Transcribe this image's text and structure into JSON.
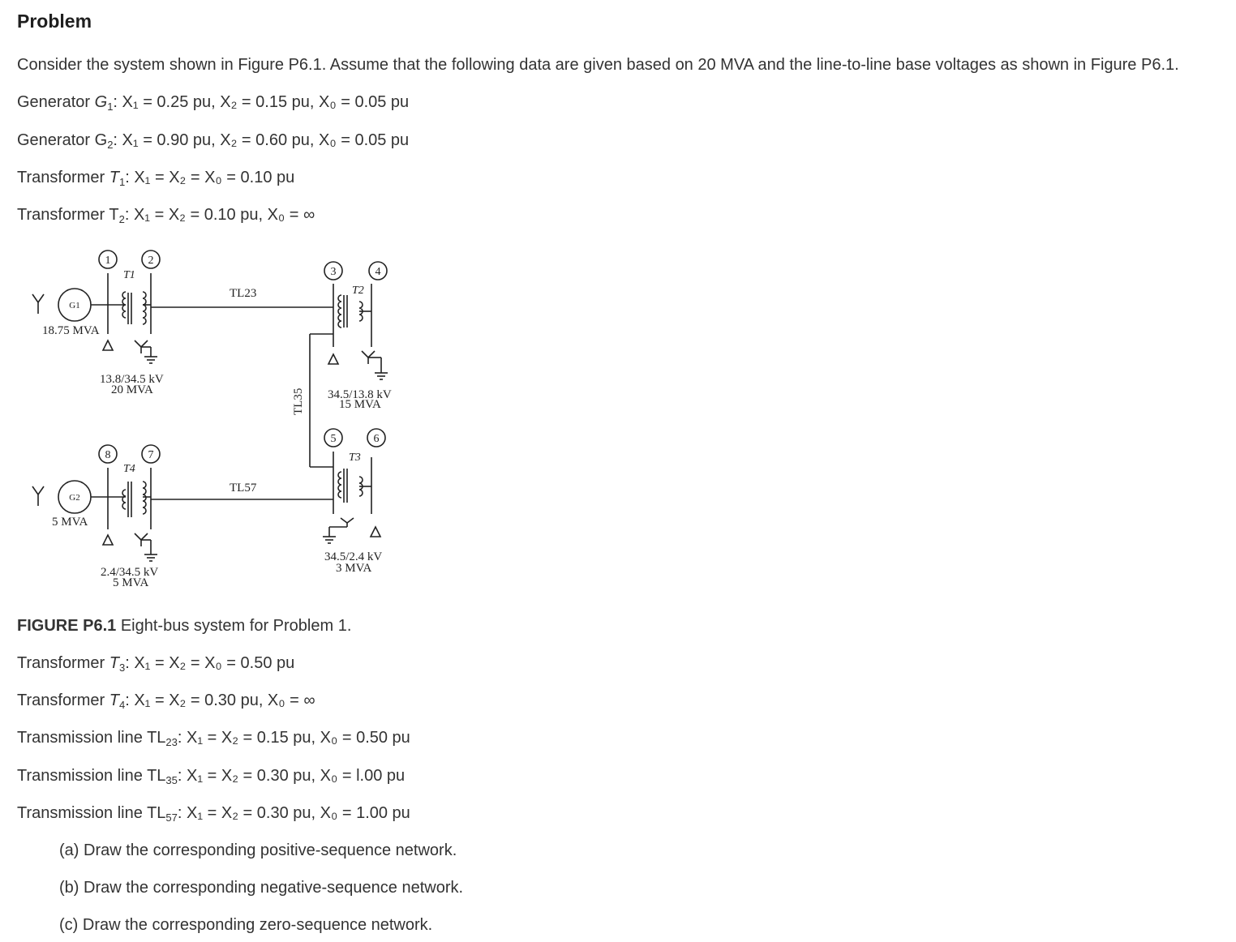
{
  "heading": "Problem",
  "intro": "Consider the system shown in Figure P6.1. Assume that the following data are given based on 20 MVA and the line-to-line base voltages as shown in Figure P6.1.",
  "components": {
    "g1": {
      "label": "Generator",
      "name": "G",
      "sub": "1",
      "values": "X₁ = 0.25 pu, X₂ = 0.15 pu, X₀ = 0.05 pu"
    },
    "g2": {
      "label": "Generator",
      "name": "G",
      "sub": "2",
      "values": "X₁ = 0.90 pu, X₂ = 0.60 pu, X₀ = 0.05 pu"
    },
    "t1": {
      "label": "Transformer",
      "name": "T",
      "sub": "1",
      "values": "X₁ = X₂ = X₀ = 0.10 pu"
    },
    "t2": {
      "label": "Transformer",
      "name": "T",
      "sub": "2",
      "values": "X₁ = X₂ = 0.10 pu, X₀ = ∞"
    },
    "t3": {
      "label": "Transformer",
      "name": "T",
      "sub": "3",
      "values": "X₁ = X₂ = X₀ = 0.50 pu"
    },
    "t4": {
      "label": "Transformer",
      "name": "T",
      "sub": "4",
      "values": "X₁ = X₂ = 0.30 pu, X₀ = ∞"
    },
    "tl23": {
      "label": "Transmission line",
      "name": "TL",
      "sub": "23",
      "values": "X₁ = X₂ = 0.15 pu, X₀ = 0.50 pu"
    },
    "tl35": {
      "label": "Transmission line",
      "name": "TL",
      "sub": "35",
      "values": "X₁ = X₂ = 0.30 pu, X₀ = l.00 pu"
    },
    "tl57": {
      "label": "Transmission line",
      "name": "TL",
      "sub": "57",
      "values": "X₁ = X₂ = 0.30 pu, X₀ = 1.00 pu"
    }
  },
  "figure": {
    "caption_label": "FIGURE P6.1",
    "caption_text": " Eight-bus system for Problem 1.",
    "g1_label": "G1",
    "g2_label": "G2",
    "g1_rating": "18.75 MVA",
    "g2_rating": "5 MVA",
    "t1_label": "T1",
    "t2_label": "T2",
    "t3_label": "T3",
    "t4_label": "T4",
    "t1_voltage": "13.8/34.5 kV",
    "t1_rating": "20 MVA",
    "t2_voltage": "34.5/13.8 kV",
    "t2_rating": "15 MVA",
    "t3_voltage": "34.5/2.4 kV",
    "t3_rating": "3 MVA",
    "t4_voltage": "2.4/34.5 kV",
    "t4_rating": "5 MVA",
    "line23": "TL23",
    "line35": "TL35",
    "line57": "TL57",
    "bus_numbers": [
      "1",
      "2",
      "3",
      "4",
      "5",
      "6",
      "7",
      "8"
    ]
  },
  "questions": [
    "(a) Draw the corresponding positive-sequence network.",
    "(b) Draw the corresponding negative-sequence network.",
    "(c) Draw the corresponding zero-sequence network."
  ]
}
